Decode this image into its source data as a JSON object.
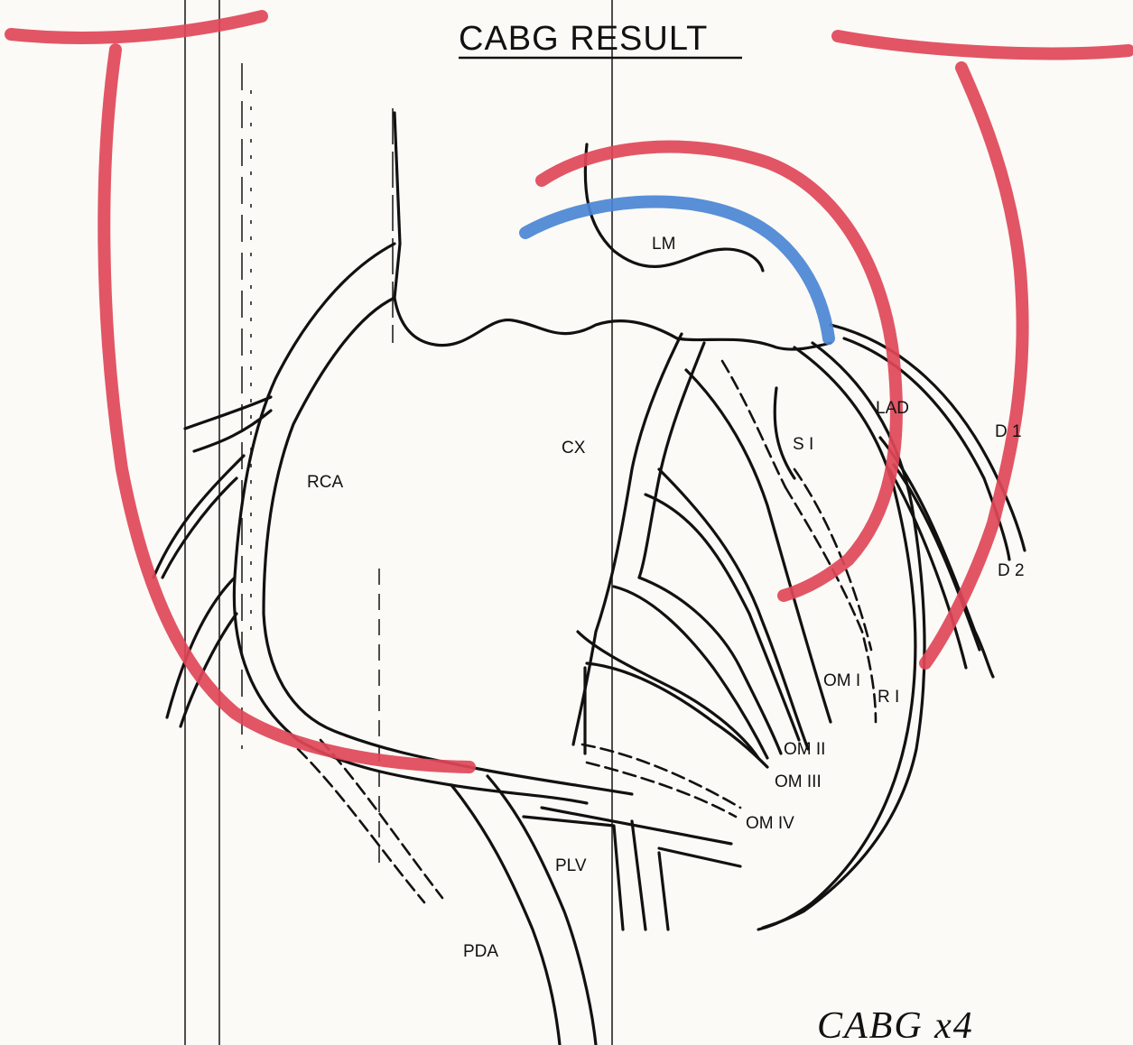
{
  "title": "CABG RESULT",
  "labels": {
    "lm": "LM",
    "cx": "CX",
    "rca": "RCA",
    "lad": "LAD",
    "s1": "S I",
    "d1": "D 1",
    "d2": "D 2",
    "omi": "OM I",
    "ri": "R I",
    "om2": "OM II",
    "om3": "OM III",
    "om4": "OM IV",
    "plv": "PLV",
    "pda": "PDA"
  },
  "annotation": "CABG x4",
  "colors": {
    "graft_red": "#e04658",
    "graft_blue": "#4a86d4",
    "vessel": "#111111",
    "paper": "#fbfaf6"
  }
}
